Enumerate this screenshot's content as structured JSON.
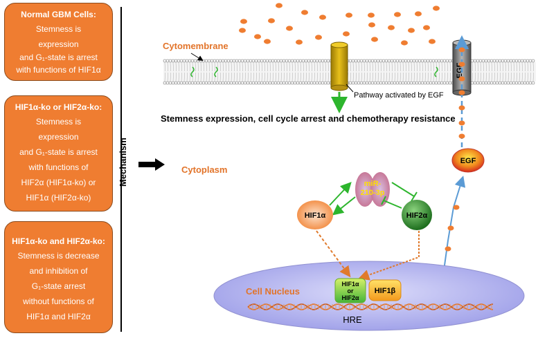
{
  "panels": [
    {
      "title": "Normal GBM Cells:",
      "lines": [
        "Stemness is",
        "expression",
        "and G₁-state is arrest",
        "with functions of HIF1α"
      ]
    },
    {
      "title": "HIF1α-ko or HIF2α-ko:",
      "lines": [
        "Stemness is",
        "expression",
        "and G₁-state is arrest",
        "with functions of",
        "HIF2α (HIF1α-ko) or",
        "HIF1α (HIF2α-ko)"
      ]
    },
    {
      "title": "HIF1α-ko and HIF2α-ko:",
      "lines": [
        "Stemness is decrease",
        "and inhibition of",
        "G₁-state arrest",
        "without functions of",
        "HIF1α and HIF2α"
      ]
    }
  ],
  "mechanism_label": "Mechanism",
  "diagram": {
    "cytomembrane": "Cytomembrane",
    "pathway": "Pathway activated by EGF",
    "egf_receptor": "EGF",
    "stemness": "Stemness expression, cell cycle arrest and chemotherapy resistance",
    "cytoplasm": "Cytoplasm",
    "egf": "EGF",
    "mirna_line1": "miR-",
    "mirna_line2": "210-3p",
    "hif1a": "HIF1α",
    "hif2a": "HIF2α",
    "nucleus": "Cell Nucleus",
    "complex_line1": "HIF1α",
    "complex_line2": "or",
    "complex_line3": "HIF2α",
    "hif1b": "HIF1β",
    "hre": "HRE"
  },
  "colors": {
    "orange": "#ef7d31",
    "green": "#2db52d",
    "blue": "#5b9bd5"
  }
}
